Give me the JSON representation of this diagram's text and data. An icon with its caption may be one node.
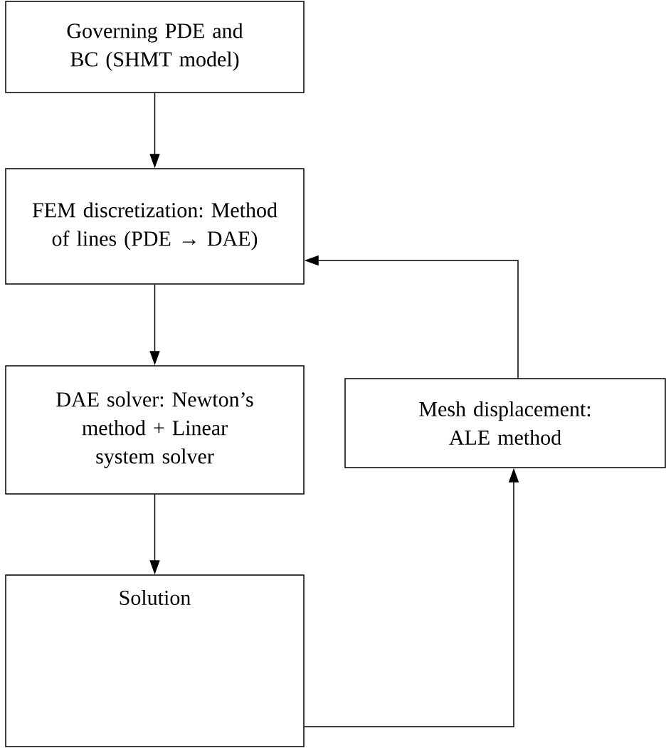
{
  "diagram": {
    "nodes": [
      {
        "text": [
          "Governing PDE and BC (SHMT model)"
        ]
      },
      {
        "text": [
          "FEM discretization: Method of lines (PDE → DAE)"
        ]
      },
      {
        "text": [
          "DAE solver: Newton’s method + Linear system solver"
        ]
      },
      {
        "text": [
          "Mesh displacement: ALE method"
        ]
      },
      {
        "text": [
          "Solution"
        ]
      }
    ],
    "edges": [
      {
        "from": 0,
        "to": 1,
        "arrow": "to"
      },
      {
        "from": 1,
        "to": 2,
        "arrow": "to"
      },
      {
        "from": 2,
        "to": 4,
        "arrow": "to"
      },
      {
        "from": 4,
        "to": 3,
        "arrow": "to"
      },
      {
        "from": 3,
        "to": 1,
        "arrow": "to"
      }
    ]
  }
}
